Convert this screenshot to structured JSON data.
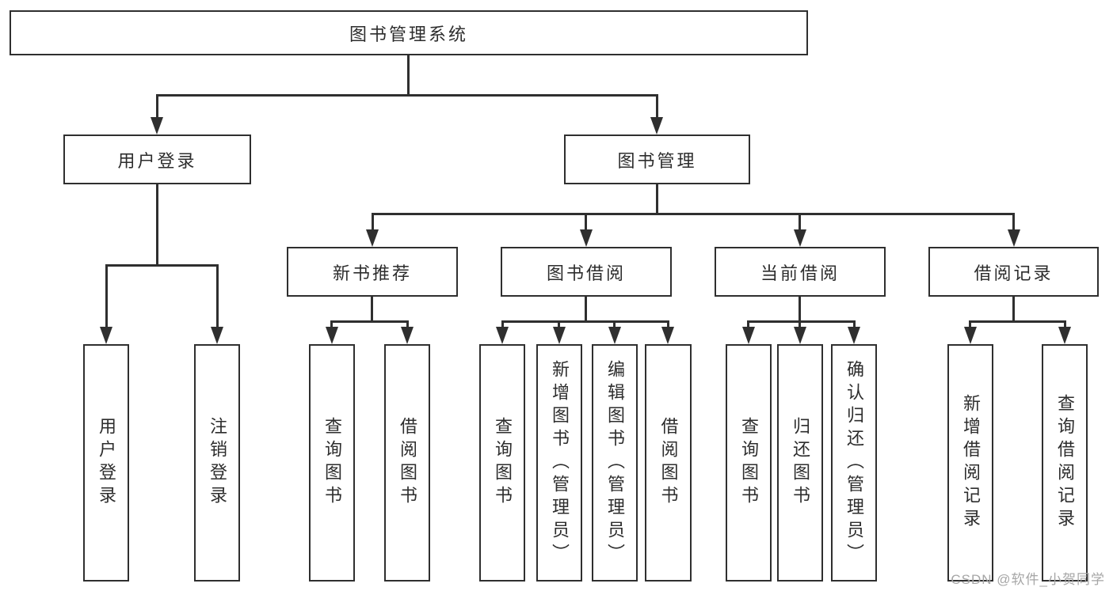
{
  "diagram_type": "hierarchy-org-chart",
  "colors": {
    "background": "#ffffff",
    "box_border": "#2f2f2f",
    "connector_line": "#2f2f2f",
    "text": "#2d2d2d",
    "watermark": "#a6a6a6"
  },
  "watermark": "CSDN @软件_小贺同学",
  "tree": {
    "label": "图书管理系统",
    "children": [
      {
        "label": "用户登录",
        "children": [
          {
            "label": "用户登录"
          },
          {
            "label": "注销登录"
          }
        ]
      },
      {
        "label": "图书管理",
        "children": [
          {
            "label": "新书推荐",
            "children": [
              {
                "label": "查询图书"
              },
              {
                "label": "借阅图书"
              }
            ]
          },
          {
            "label": "图书借阅",
            "children": [
              {
                "label": "查询图书"
              },
              {
                "label": "新增图书（管理员）"
              },
              {
                "label": "编辑图书（管理员）"
              },
              {
                "label": "借阅图书"
              }
            ]
          },
          {
            "label": "当前借阅",
            "children": [
              {
                "label": "查询图书"
              },
              {
                "label": "归还图书"
              },
              {
                "label": "确认归还（管理员）"
              }
            ]
          },
          {
            "label": "借阅记录",
            "children": [
              {
                "label": "新增借阅记录"
              },
              {
                "label": "查询借阅记录"
              }
            ]
          }
        ]
      }
    ]
  }
}
